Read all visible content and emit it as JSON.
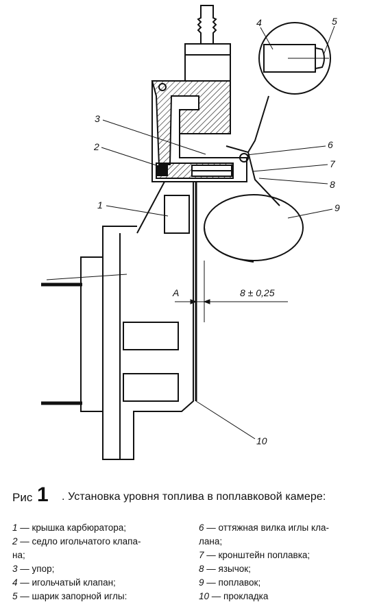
{
  "figure": {
    "callouts": [
      "1",
      "2",
      "3",
      "4",
      "5",
      "6",
      "7",
      "8",
      "9",
      "10"
    ],
    "dimension_label": "8 ± 0,25",
    "section_mark": "A"
  },
  "caption": {
    "prefix": "Рис",
    "number": "1",
    "title": ". Установка уровня топлива в поплавковой камере:"
  },
  "legend": {
    "left": [
      {
        "num": "1",
        "text": " — крышка карбюратора;"
      },
      {
        "num": "2",
        "text": " — седло игольчатого клапа-"
      },
      {
        "num": "",
        "text": "на;"
      },
      {
        "num": "3",
        "text": " — упор;"
      },
      {
        "num": "4",
        "text": " — игольчатый клапан;"
      },
      {
        "num": "5",
        "text": " — шарик запорной иглы:"
      }
    ],
    "right": [
      {
        "num": "6",
        "text": " — оттяжная вилка иглы кла-"
      },
      {
        "num": "",
        "text": "лана;"
      },
      {
        "num": "7",
        "text": " — кронштейн поплавка;"
      },
      {
        "num": "8",
        "text": " — язычок;"
      },
      {
        "num": "9",
        "text": " — поплавок;"
      },
      {
        "num": "10",
        "text": " — прокладка"
      }
    ]
  }
}
